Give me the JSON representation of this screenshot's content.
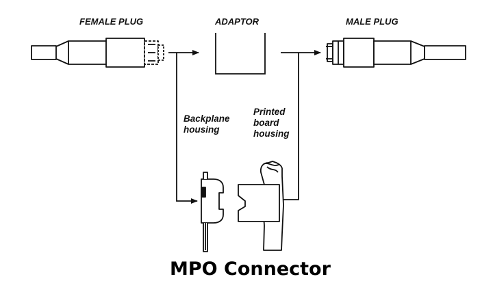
{
  "labels": {
    "female_plug": "FEMALE PLUG",
    "adaptor": "ADAPTOR",
    "male_plug": "MALE PLUG",
    "backplane_line1": "Backplane",
    "backplane_line2": "housing",
    "printed_line1": "Printed",
    "printed_line2": "board",
    "printed_line3": "housing"
  },
  "title": "MPO Connector",
  "colors": {
    "line": "#111111",
    "background": "#ffffff",
    "text": "#000000"
  }
}
